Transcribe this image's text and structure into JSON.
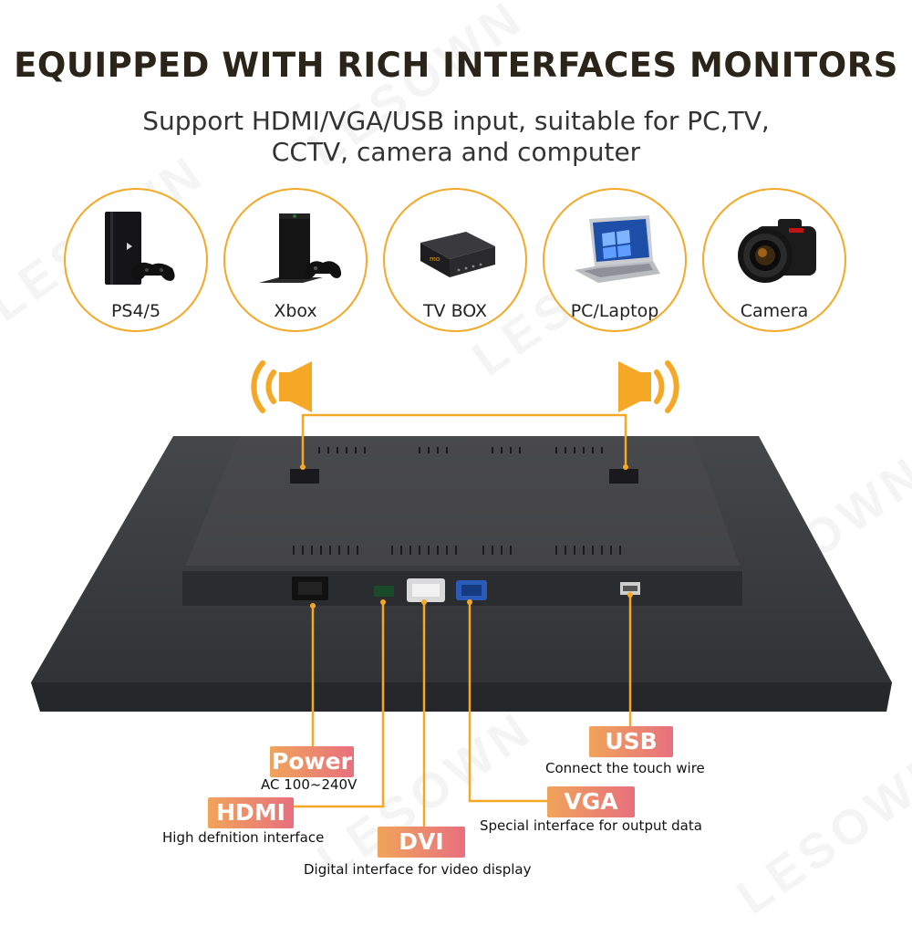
{
  "headline": "EQUIPPED WITH RICH INTERFACES MONITORS",
  "subtitle_line1": "Support HDMI/VGA/USB input, suitable for PC,TV,",
  "subtitle_line2": "CCTV, camera and computer",
  "watermark": "LESOWN",
  "devices": [
    {
      "label": "PS4/5",
      "icon": "game-console-icon"
    },
    {
      "label": "Xbox",
      "icon": "xbox-console-icon"
    },
    {
      "label": "TV BOX",
      "icon": "tv-box-icon"
    },
    {
      "label": "PC/Laptop",
      "icon": "laptop-icon"
    },
    {
      "label": "Camera",
      "icon": "camera-icon"
    }
  ],
  "speaker_icon": "speaker-icon",
  "ports": {
    "power": {
      "label": "Power",
      "desc": "AC 100~240V"
    },
    "hdmi": {
      "label": "HDMI",
      "desc": "High defnition interface"
    },
    "dvi": {
      "label": "DVI",
      "desc": "Digital interface for video display"
    },
    "vga": {
      "label": "VGA",
      "desc": "Special interface for output data"
    },
    "usb": {
      "label": "USB",
      "desc": "Connect the touch wire"
    }
  },
  "colors": {
    "accent": "#f4a826",
    "callout_gradient_start": "#f0a45a",
    "callout_gradient_end": "#e8707e",
    "monitor_body": "#3c3d40"
  }
}
